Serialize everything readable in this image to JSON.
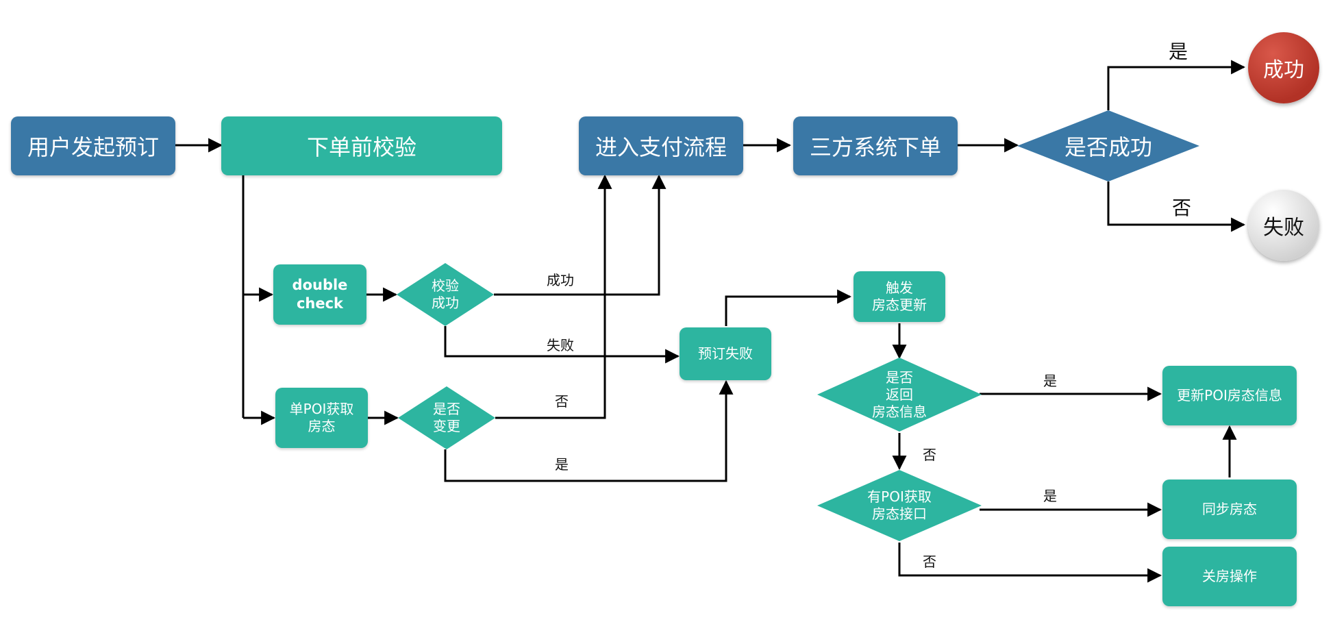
{
  "colors": {
    "blue": "#3a78a6",
    "teal": "#2db5a0",
    "success": "#c0392b",
    "fail": "#e6e6e6",
    "line": "#000000"
  },
  "nodes": {
    "user_booking": "用户发起预订",
    "pre_order_check": "下单前校验",
    "enter_payment": "进入支付流程",
    "third_party_order": "三方系统下单",
    "is_success": "是否成功",
    "success": "成功",
    "failure": "失败",
    "double_check": "double\ncheck",
    "check_success": "校验\n成功",
    "single_poi_status": "单POI获取\n房态",
    "is_changed": "是否\n变更",
    "booking_failed": "预订失败",
    "trigger_update": "触发\n房态更新",
    "return_status_info": "是否\n返回\n房态信息",
    "update_poi_status": "更新POI房态信息",
    "has_poi_interface": "有POI获取\n房态接口",
    "sync_status": "同步房态",
    "close_room": "关房操作"
  },
  "edge_labels": {
    "is_success_yes": "是",
    "is_success_no": "否",
    "check_success_ok": "成功",
    "check_success_fail": "失败",
    "is_changed_no": "否",
    "is_changed_yes": "是",
    "return_info_yes": "是",
    "return_info_no": "否",
    "has_interface_yes": "是",
    "has_interface_no": "否"
  }
}
